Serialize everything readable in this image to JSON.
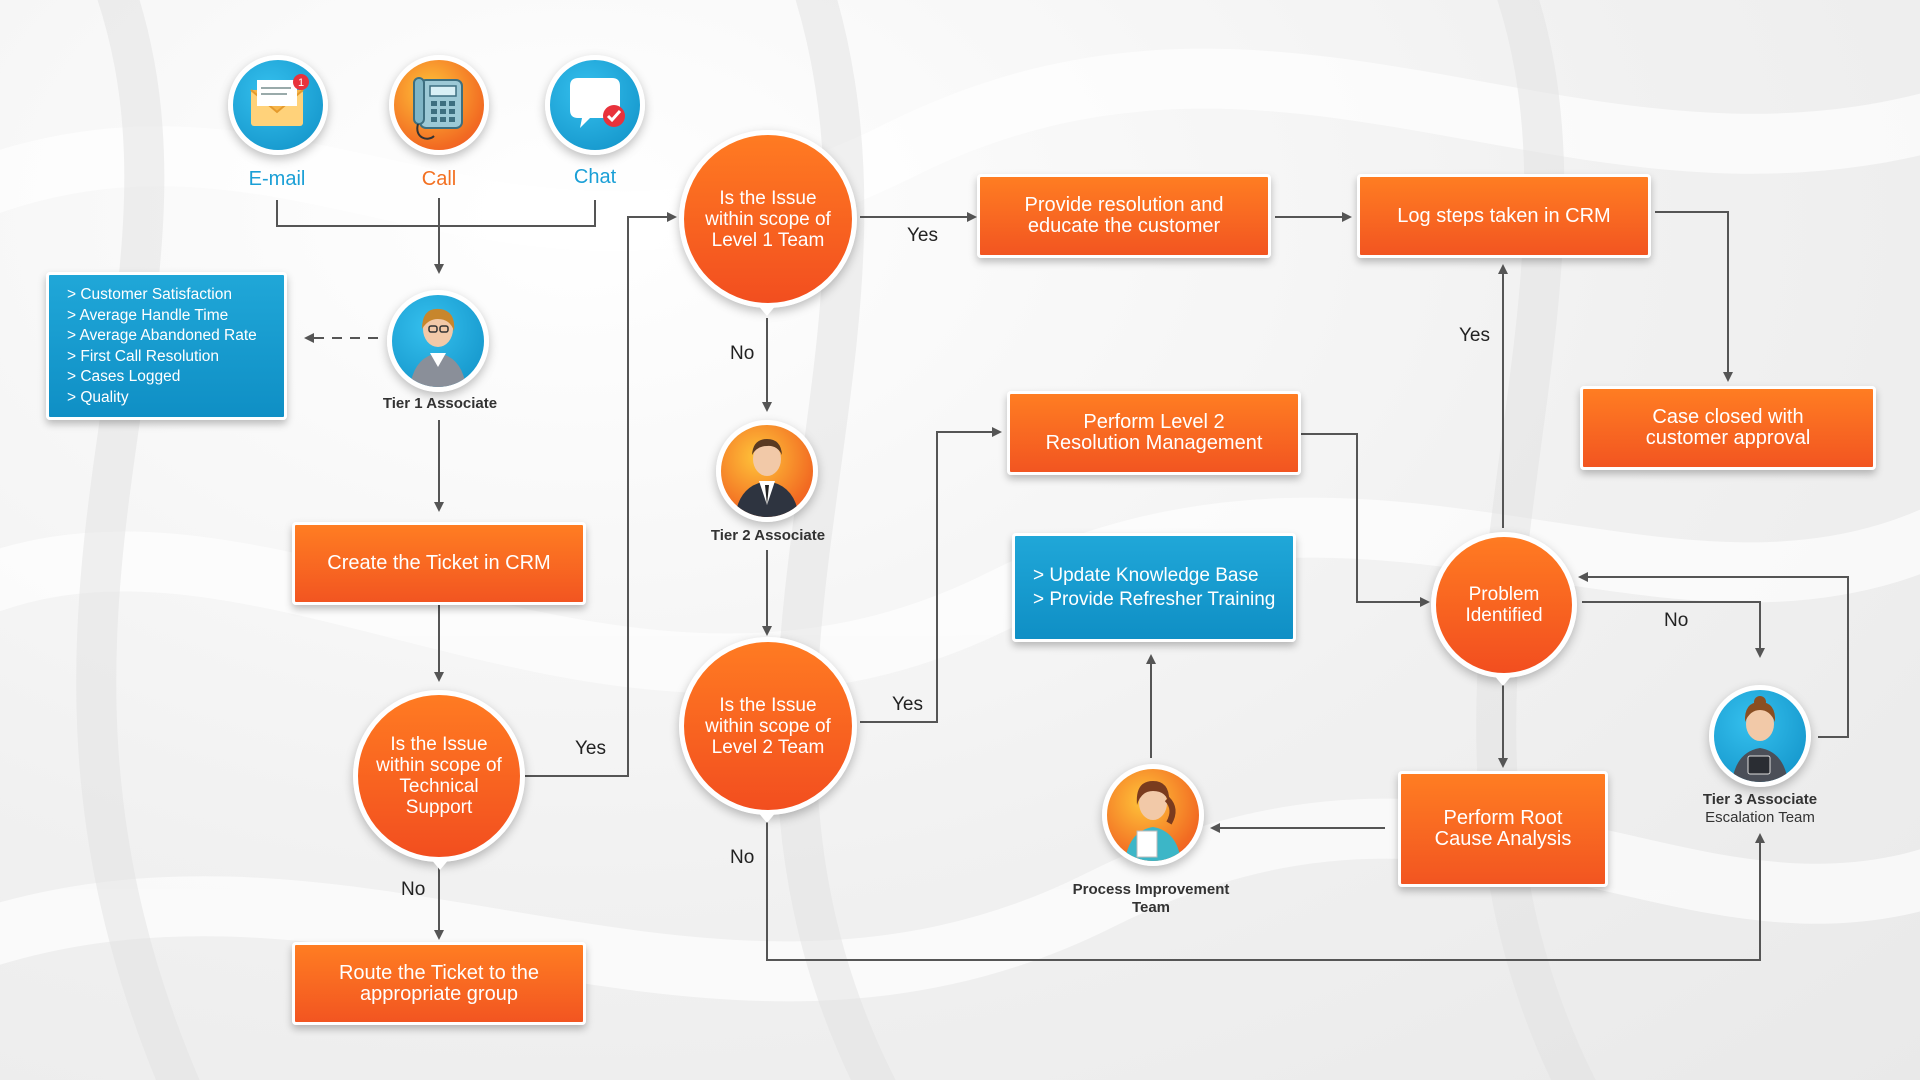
{
  "channels": [
    {
      "label": "E-mail",
      "color": "#1a9fd6"
    },
    {
      "label": "Call",
      "color": "#f37021"
    },
    {
      "label": "Chat",
      "color": "#1a9fd6"
    }
  ],
  "kpi_list": [
    "> Customer Satisfaction",
    "> Average Handle Time",
    "> Average Abandoned Rate",
    "> First Call Resolution",
    "> Cases Logged",
    "> Quality"
  ],
  "people": {
    "tier1": "Tier 1 Associate",
    "tier2": "Tier 2 Associate",
    "tier3": "Tier 3 Associate",
    "tier3_sub": "Escalation Team",
    "process_improvement_1": "Process Improvement",
    "process_improvement_2": "Team"
  },
  "boxes": {
    "create_ticket": "Create the Ticket in CRM",
    "route_ticket": "Route the Ticket to the appropriate group",
    "provide_resolution": "Provide resolution and educate the customer",
    "log_steps": "Log steps taken in CRM",
    "level2_resolution": "Perform Level 2 Resolution Management",
    "case_closed": "Case closed with customer approval",
    "root_cause": "Perform Root Cause Analysis"
  },
  "knowledge_list": [
    "> Update Knowledge Base",
    "> Provide Refresher Training"
  ],
  "decisions": {
    "technical": "Is the Issue within scope of Technical Support",
    "level1": "Is the Issue within scope of Level 1 Team",
    "level2": "Is the Issue within scope of Level 2 Team",
    "problem": "Problem Identified"
  },
  "edge_labels": {
    "tech_yes": "Yes",
    "tech_no": "No",
    "l1_yes": "Yes",
    "l1_no": "No",
    "l2_yes": "Yes",
    "l2_no": "No",
    "prob_yes": "Yes",
    "prob_no": "No"
  },
  "colors": {
    "orange": "#f25a21",
    "blue": "#1598cf",
    "line": "#555555"
  },
  "icons": [
    "email-icon",
    "telephone-icon",
    "chat-bubble-icon",
    "person-icon"
  ]
}
